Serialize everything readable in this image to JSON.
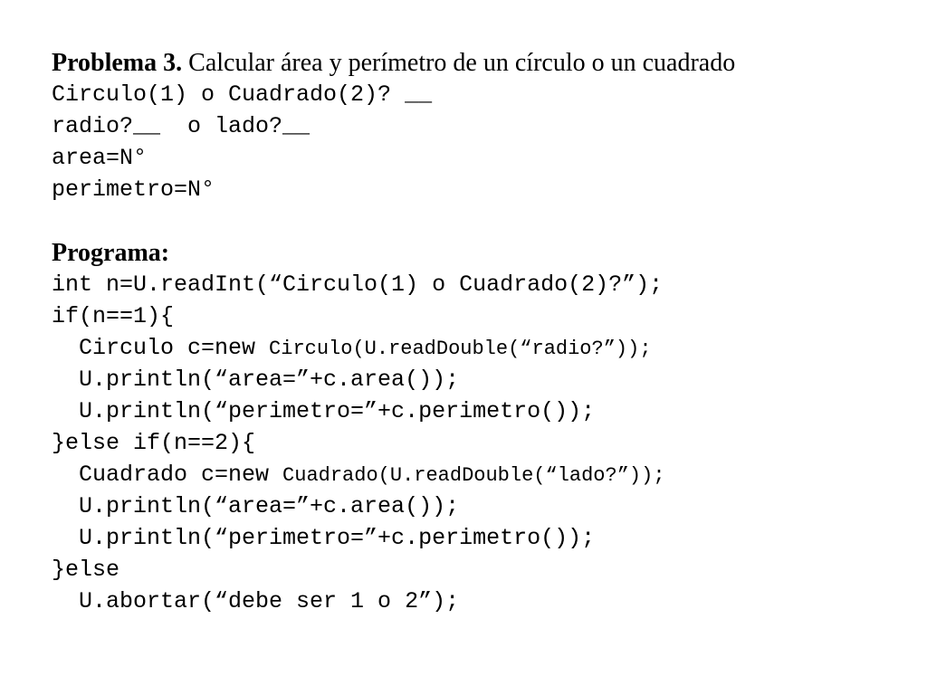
{
  "problem": {
    "heading_bold": "Problema 3.",
    "heading_rest": " Calcular área y perímetro de un círculo o un cuadrado",
    "lines": [
      "Circulo(1) o Cuadrado(2)? __",
      "radio?__  o lado?__",
      "area=N°",
      "perimetro=N°"
    ]
  },
  "program": {
    "heading": "Programa:",
    "line1": "int n=U.readInt(“Circulo(1) o Cuadrado(2)?”);",
    "line2": "if(n==1){",
    "line3_a": "  Circulo c=new ",
    "line3_b": "Circulo(U.readDouble(“radio?”));",
    "line4": "  U.println(“area=”+c.area());",
    "line5": "  U.println(“perimetro=”+c.perimetro());",
    "line6": "}else if(n==2){",
    "line7_a": "  Cuadrado c=new ",
    "line7_b": "Cuadrado(U.readDouble(“lado?”));",
    "line8": "  U.println(“area=”+c.area());",
    "line9": "  U.println(“perimetro=”+c.perimetro());",
    "line10": "}else",
    "line11": "  U.abortar(“debe ser 1 o 2”);"
  }
}
